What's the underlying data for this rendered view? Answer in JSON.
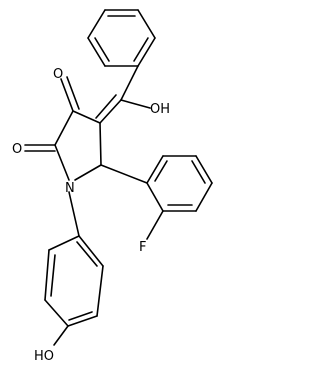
{
  "colors": {
    "bond": "#000000",
    "label": "#000000",
    "background": "#ffffff"
  },
  "atoms": {
    "oh_top": "OH",
    "o_ketone": "O",
    "o_lactam": "O",
    "n_ring": "N",
    "fluorine": "F",
    "oh_bottom": "HO"
  }
}
